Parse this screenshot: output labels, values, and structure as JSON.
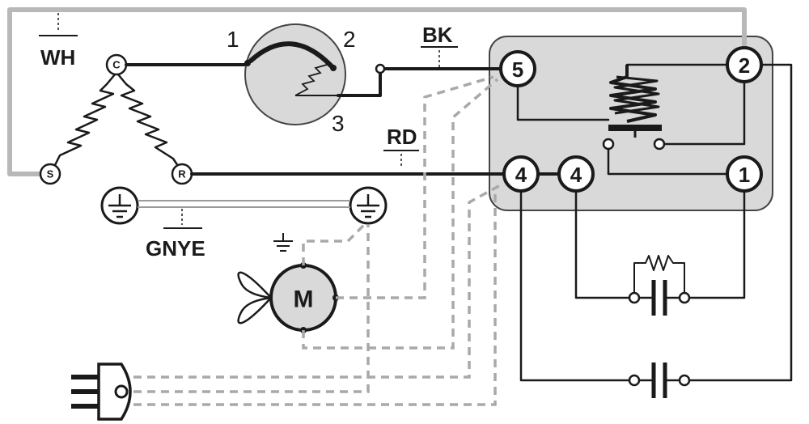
{
  "wire_labels": {
    "wh": "WH",
    "bk": "BK",
    "rd": "RD",
    "gnye": "GNYE"
  },
  "compressor_terminals": {
    "c": "C",
    "s": "S",
    "r": "R"
  },
  "thermostat_contacts": {
    "c1": "1",
    "c2": "2",
    "c3": "3"
  },
  "relay_terminals": {
    "t5": "5",
    "t2": "2",
    "t4a": "4",
    "t4b": "4",
    "t1": "1"
  },
  "motor_label": "M"
}
